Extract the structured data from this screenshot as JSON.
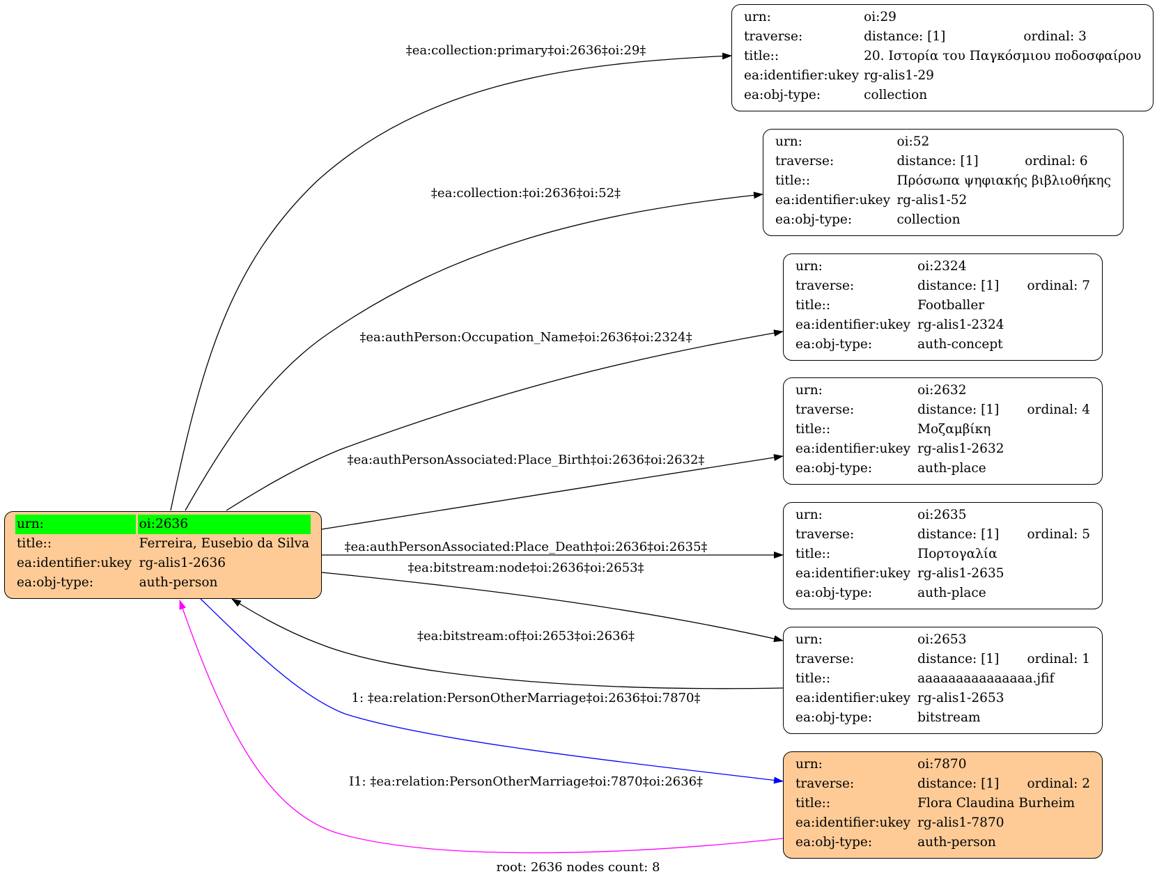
{
  "root_node": {
    "rows": [
      {
        "key": "urn:",
        "value": "oi:2636"
      },
      {
        "key": "title::",
        "value": "Ferreira, Eusebio da Silva"
      },
      {
        "key": "ea:identifier:ukey",
        "value": "rg-alis1-2636"
      },
      {
        "key": "ea:obj-type:",
        "value": "auth-person"
      }
    ]
  },
  "nodes": [
    {
      "urn": "oi:29",
      "distance": "distance: [1]",
      "ordinal": "ordinal: 3",
      "title": "20. Ιστορία του Παγκόσμιου ποδοσφαίρου",
      "ukey": "rg-alis1-29",
      "type": "collection"
    },
    {
      "urn": "oi:52",
      "distance": "distance: [1]",
      "ordinal": "ordinal: 6",
      "title": "Πρόσωπα ψηφιακής βιβλιοθήκης",
      "ukey": "rg-alis1-52",
      "type": "collection"
    },
    {
      "urn": "oi:2324",
      "distance": "distance: [1]",
      "ordinal": "ordinal: 7",
      "title": "Footballer",
      "ukey": "rg-alis1-2324",
      "type": "auth-concept"
    },
    {
      "urn": "oi:2632",
      "distance": "distance: [1]",
      "ordinal": "ordinal: 4",
      "title": "Μοζαμβίκη",
      "ukey": "rg-alis1-2632",
      "type": "auth-place"
    },
    {
      "urn": "oi:2635",
      "distance": "distance: [1]",
      "ordinal": "ordinal: 5",
      "title": "Πορτογαλία",
      "ukey": "rg-alis1-2635",
      "type": "auth-place"
    },
    {
      "urn": "oi:2653",
      "distance": "distance: [1]",
      "ordinal": "ordinal: 1",
      "title": "aaaaaaaaaaaaaaa.jfif",
      "ukey": "rg-alis1-2653",
      "type": "bitstream"
    },
    {
      "urn": "oi:7870",
      "distance": "distance: [1]",
      "ordinal": "ordinal: 2",
      "title": "Flora Claudina Burheim",
      "ukey": "rg-alis1-7870",
      "type": "auth-person"
    }
  ],
  "row_keys": {
    "urn": "urn:",
    "traverse": "traverse:",
    "title": "title::",
    "ukey": "ea:identifier:ukey",
    "type": "ea:obj-type:"
  },
  "edge_labels": [
    "‡ea:collection:primary‡oi:2636‡oi:29‡",
    "‡ea:collection:‡oi:2636‡oi:52‡",
    "‡ea:authPerson:Occupation_Name‡oi:2636‡oi:2324‡",
    "‡ea:authPersonAssociated:Place_Birth‡oi:2636‡oi:2632‡",
    "‡ea:authPersonAssociated:Place_Death‡oi:2636‡oi:2635‡",
    "‡ea:bitstream:node‡oi:2636‡oi:2653‡",
    "‡ea:bitstream:of‡oi:2653‡oi:2636‡",
    "1: ‡ea:relation:PersonOtherMarriage‡oi:2636‡oi:7870‡",
    "I1: ‡ea:relation:PersonOtherMarriage‡oi:7870‡oi:2636‡"
  ],
  "colors": {
    "highlight": "#00ff00",
    "person_fill": "#fecb96",
    "edge_default": "#000000",
    "edge_blue": "#0000ff",
    "edge_magenta": "#ff00ff"
  },
  "footer": "root: 2636 nodes count: 8"
}
